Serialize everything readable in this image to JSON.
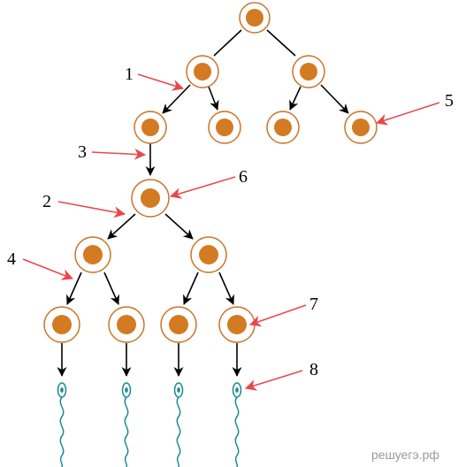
{
  "labels": {
    "l1": "1",
    "l2": "2",
    "l3": "3",
    "l4": "4",
    "l5": "5",
    "l6": "6",
    "l7": "7",
    "l8": "8"
  },
  "watermark": "решуегэ.рф",
  "colors": {
    "cell_outline": "#c9752a",
    "nucleus": "#d37b22",
    "pointer_arrow": "#e8484d",
    "sperm": "#1c8a9a",
    "line": "#000000"
  }
}
